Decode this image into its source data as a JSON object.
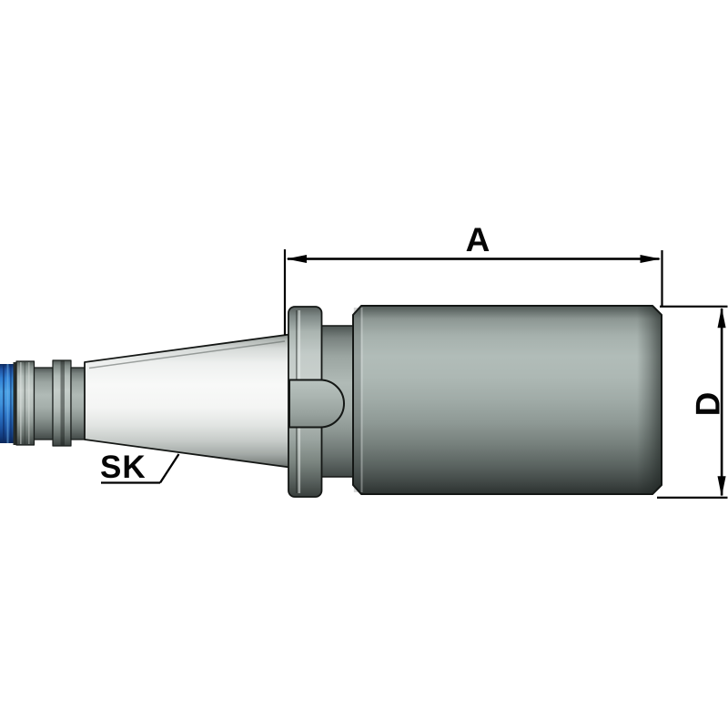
{
  "page": {
    "type": "technical-drawing",
    "description": "Side view of an SK steep-taper milling tool holder blank with dimension callouts",
    "background": "#ffffff"
  },
  "labels": {
    "dimension_a": "A",
    "dimension_d": "D",
    "taper": "SK"
  },
  "colors": {
    "dimension_lines": "#000000",
    "part_outline": "#141715",
    "pull_stud_blue": "#2f7ed2",
    "cone_highlight": "#f8f9f8",
    "body_metal_light": "#b1bcb8",
    "body_metal_dark": "#2c3230"
  }
}
